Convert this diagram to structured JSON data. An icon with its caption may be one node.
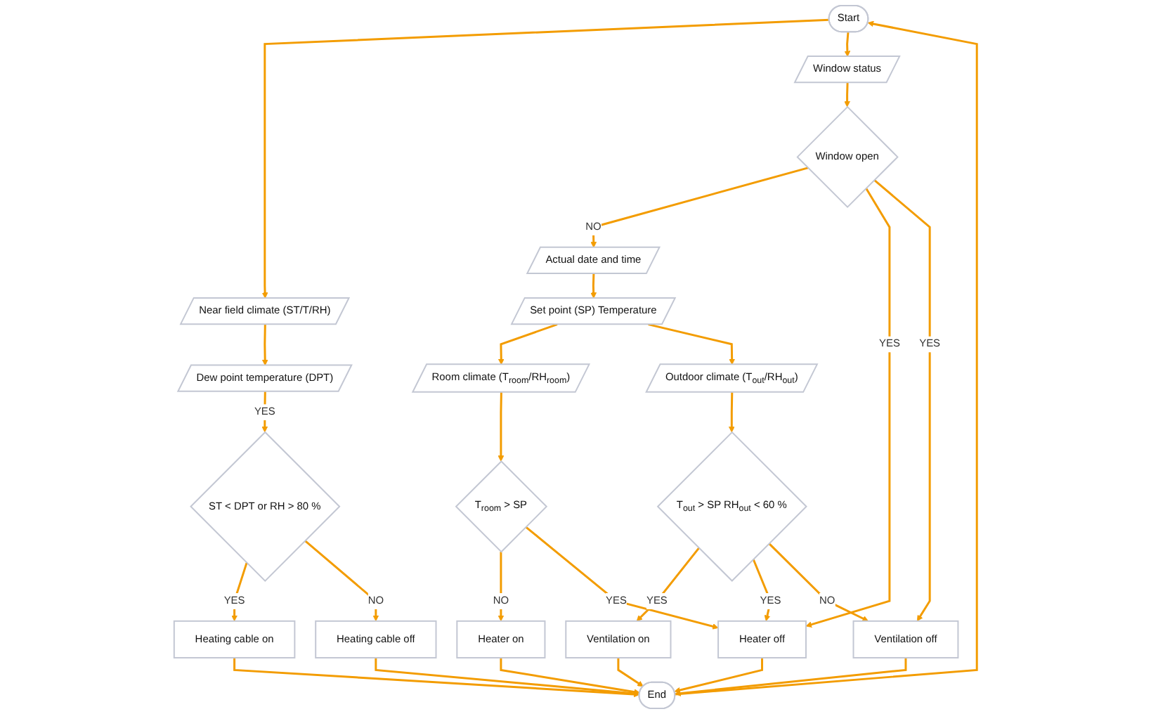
{
  "diagram": {
    "nodes": [
      {
        "text": [
          "Start"
        ]
      },
      {
        "text": [
          "Near field climate (ST/T/RH)"
        ]
      },
      {
        "text": [
          "Dew point temperature (DPT)"
        ]
      },
      {
        "text": [
          "ST < DPT or RH > 80 %"
        ]
      },
      {
        "text": [
          "Heating cable on"
        ]
      },
      {
        "text": [
          "Heating cable off"
        ]
      },
      {
        "text": [
          "Window status"
        ]
      },
      {
        "text": [
          "Window open"
        ]
      },
      {
        "text": [
          "Actual date and time"
        ]
      },
      {
        "text": [
          "Set point (SP) Temperature"
        ]
      },
      {
        "text": [
          "Room climate (T$_{room}$/RH$_{room}$)"
        ]
      },
      {
        "text": [
          "Outdoor climate (T$_{out}$/RH$_{out}$)"
        ]
      },
      {
        "text": [
          "T$_{room}$ > SP"
        ]
      },
      {
        "text": [
          "Heater on"
        ]
      },
      {
        "text": [
          "Heater off"
        ]
      },
      {
        "text": [
          "T$_{out}$ > SP RH$_{out}$ < 60 %"
        ]
      },
      {
        "text": [
          "Ventilation on"
        ]
      },
      {
        "text": [
          "Ventilation off"
        ]
      },
      {
        "text": [
          "End"
        ]
      }
    ],
    "edges": [
      {
        "from": 0,
        "to": 1,
        "arrow": "to"
      },
      {
        "from": 1,
        "to": 2,
        "arrow": "to"
      },
      {
        "from": 2,
        "to": 3,
        "arrow": "to",
        "label": "YES"
      },
      {
        "from": 3,
        "to": 4,
        "arrow": "to",
        "label": "YES"
      },
      {
        "from": 3,
        "to": 5,
        "arrow": "to",
        "label": "NO"
      },
      {
        "from": 0,
        "to": 6,
        "arrow": "to"
      },
      {
        "from": 6,
        "to": 7,
        "arrow": "to"
      },
      {
        "from": 7,
        "to": 8,
        "arrow": "to",
        "label": "NO"
      },
      {
        "from": 8,
        "to": 9,
        "arrow": "to"
      },
      {
        "from": 9,
        "to": 10,
        "arrow": "to"
      },
      {
        "from": 9,
        "to": 11,
        "arrow": "to"
      },
      {
        "from": 10,
        "to": 12,
        "arrow": "to"
      },
      {
        "from": 12,
        "to": 13,
        "arrow": "to",
        "label": "NO"
      },
      {
        "from": 12,
        "to": 14,
        "arrow": "to",
        "label": "YES"
      },
      {
        "from": 7,
        "to": 14,
        "arrow": "to",
        "label": "YES"
      },
      {
        "from": 7,
        "to": 17,
        "arrow": "to",
        "label": "YES"
      },
      {
        "from": 11,
        "to": 15,
        "arrow": "to"
      },
      {
        "from": 15,
        "to": 16,
        "arrow": "to",
        "label": "YES"
      },
      {
        "from": 15,
        "to": 14,
        "arrow": "to",
        "label": "YES"
      },
      {
        "from": 15,
        "to": 17,
        "arrow": "to",
        "label": "NO"
      },
      {
        "from": 4,
        "to": 18,
        "arrow": "to"
      },
      {
        "from": 5,
        "to": 18,
        "arrow": "to"
      },
      {
        "from": 16,
        "to": 18,
        "arrow": "to"
      },
      {
        "from": 17,
        "to": 18,
        "arrow": "to"
      },
      {
        "from": 14,
        "to": 18,
        "arrow": "to"
      },
      {
        "from": 13,
        "to": 18,
        "arrow": "to"
      },
      {
        "from": 18,
        "to": 0,
        "arrow": "to"
      }
    ]
  }
}
